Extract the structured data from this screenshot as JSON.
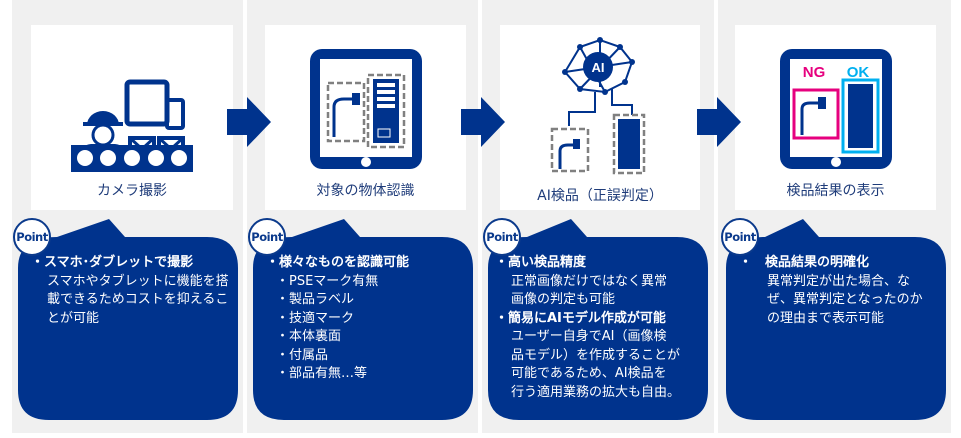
{
  "steps": [
    {
      "caption": "カメラ撮影",
      "point_label": "Point",
      "heading": "・スマホ･ダブレットで撮影",
      "lines": [
        "スマホやタブレットに機能を搭",
        "載できるためコストを抑えるこ",
        "とが可能"
      ]
    },
    {
      "caption": "対象の物体認識",
      "point_label": "Point",
      "heading": "・様々なものを認識可能",
      "items": [
        "・PSEマーク有無",
        "・製品ラベル",
        "・技適マーク",
        "・本体裏面",
        "・付属品",
        "・部品有無…等"
      ]
    },
    {
      "caption": "AI検品（正誤判定）",
      "point_label": "Point",
      "icon_text": "AI",
      "heading": "・高い検品精度",
      "lines": [
        "正常画像だけではなく異常",
        "画像の判定も可能"
      ],
      "heading2": "・簡易にAIモデル作成が可能",
      "lines2": [
        "ユーザー自身でAI（画像検",
        "品モデル）を作成することが",
        "可能であるため、AI検品を",
        "行う適用業務の拡大も自由。"
      ]
    },
    {
      "caption": "検品結果の表示",
      "point_label": "Point",
      "ng_label": "NG",
      "ok_label": "OK",
      "heading": "・　検品結果の明確化",
      "lines": [
        "異常判定が出た場合、な",
        "ぜ、異常判定となったのか",
        "の理由まで表示可能"
      ]
    }
  ],
  "colors": {
    "navy": "#00338d",
    "ng": "#e6007e",
    "ok": "#00b0f0",
    "gray": "#808080"
  }
}
